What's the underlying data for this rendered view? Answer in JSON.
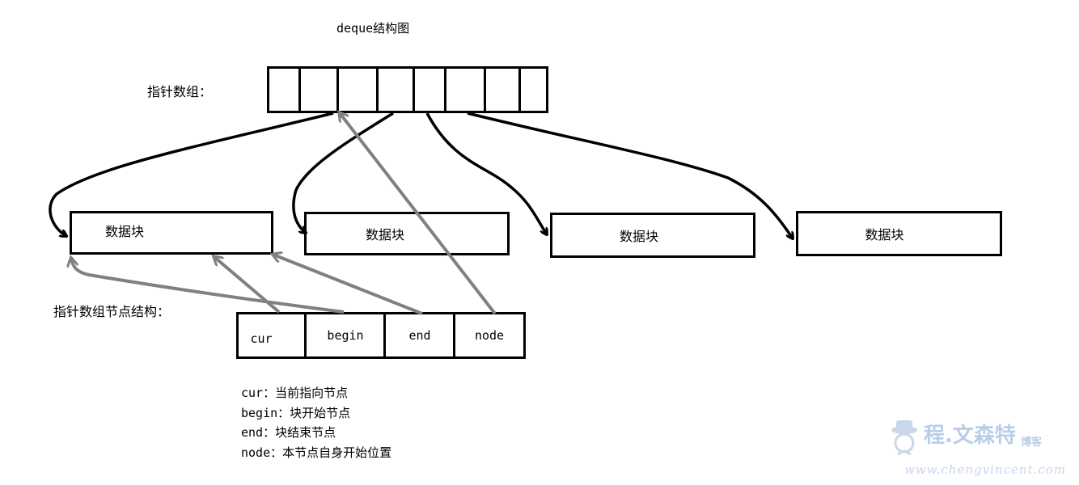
{
  "title": "deque结构图",
  "pointer_array_label": "指针数组：",
  "node_structure_label": "指针数组节点结构：",
  "data_blocks": [
    "数据块",
    "数据块",
    "数据块",
    "数据块"
  ],
  "node_fields": [
    "cur",
    "begin",
    "end",
    "node"
  ],
  "legend": [
    "cur：当前指向节点",
    "begin：块开始节点",
    "end：块结束节点",
    "node：本节点自身开始位置"
  ],
  "watermark": {
    "name": "程.文森特",
    "suffix": "博客",
    "url": "www.chengvincent.com"
  },
  "colors": {
    "pointer_arrows": "#000000",
    "node_arrows": "#808080",
    "watermark": "#b9cde8"
  }
}
